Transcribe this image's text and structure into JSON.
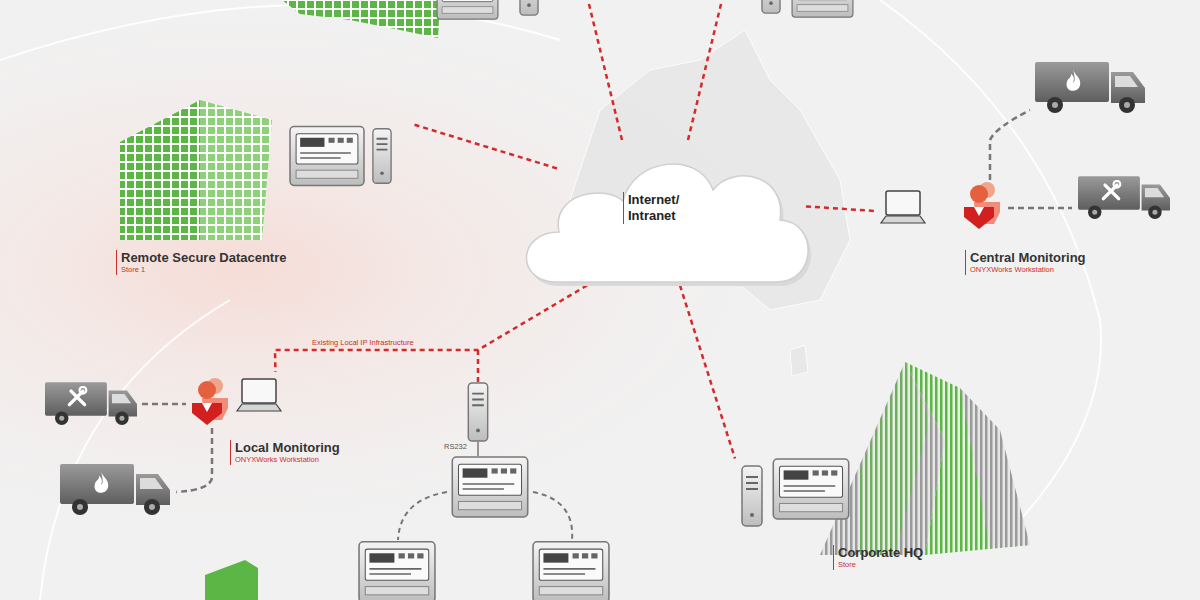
{
  "diagram": {
    "nodes": [
      {
        "text": [
          "Internet/ Intranet"
        ]
      },
      {
        "text": [
          "Remote Secure Datacentre",
          "Store 1"
        ]
      },
      {
        "text": [
          "Central Monitoring",
          "ONYXWorks Workstation"
        ]
      },
      {
        "text": [
          "Local Monitoring",
          "ONYXWorks Workstation"
        ]
      },
      {
        "text": [
          "Corporate HQ",
          "Store"
        ]
      }
    ],
    "edges": [
      {
        "from": 0,
        "to": 1,
        "arrow": "none"
      },
      {
        "from": 0,
        "to": 2,
        "arrow": "none"
      },
      {
        "from": 0,
        "to": 3,
        "arrow": "none",
        "label": "Existing Local IP Infrastructure"
      },
      {
        "from": 0,
        "to": 4,
        "arrow": "none"
      }
    ],
    "labels": [
      "RS232"
    ]
  }
}
